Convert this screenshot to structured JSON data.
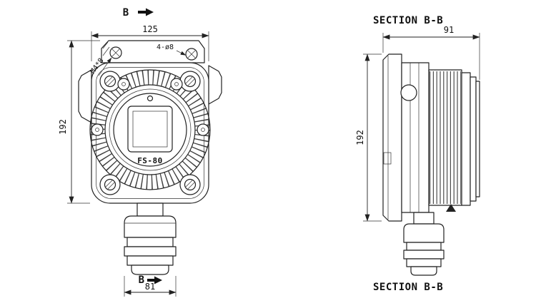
{
  "drawing": {
    "front": {
      "b_top": "B",
      "b_bottom": "B",
      "dim_width": "125",
      "dim_height": "192",
      "dim_sensor_width": "81",
      "callout_holes": "4-ø8",
      "callout_thread": "M4*8",
      "model": "FS-80"
    },
    "section": {
      "title_top": "SECTION B-B",
      "title_bottom": "SECTION B-B",
      "dim_depth": "91",
      "dim_height": "192"
    },
    "colors": {
      "line": "#222222",
      "background": "#ffffff"
    }
  }
}
